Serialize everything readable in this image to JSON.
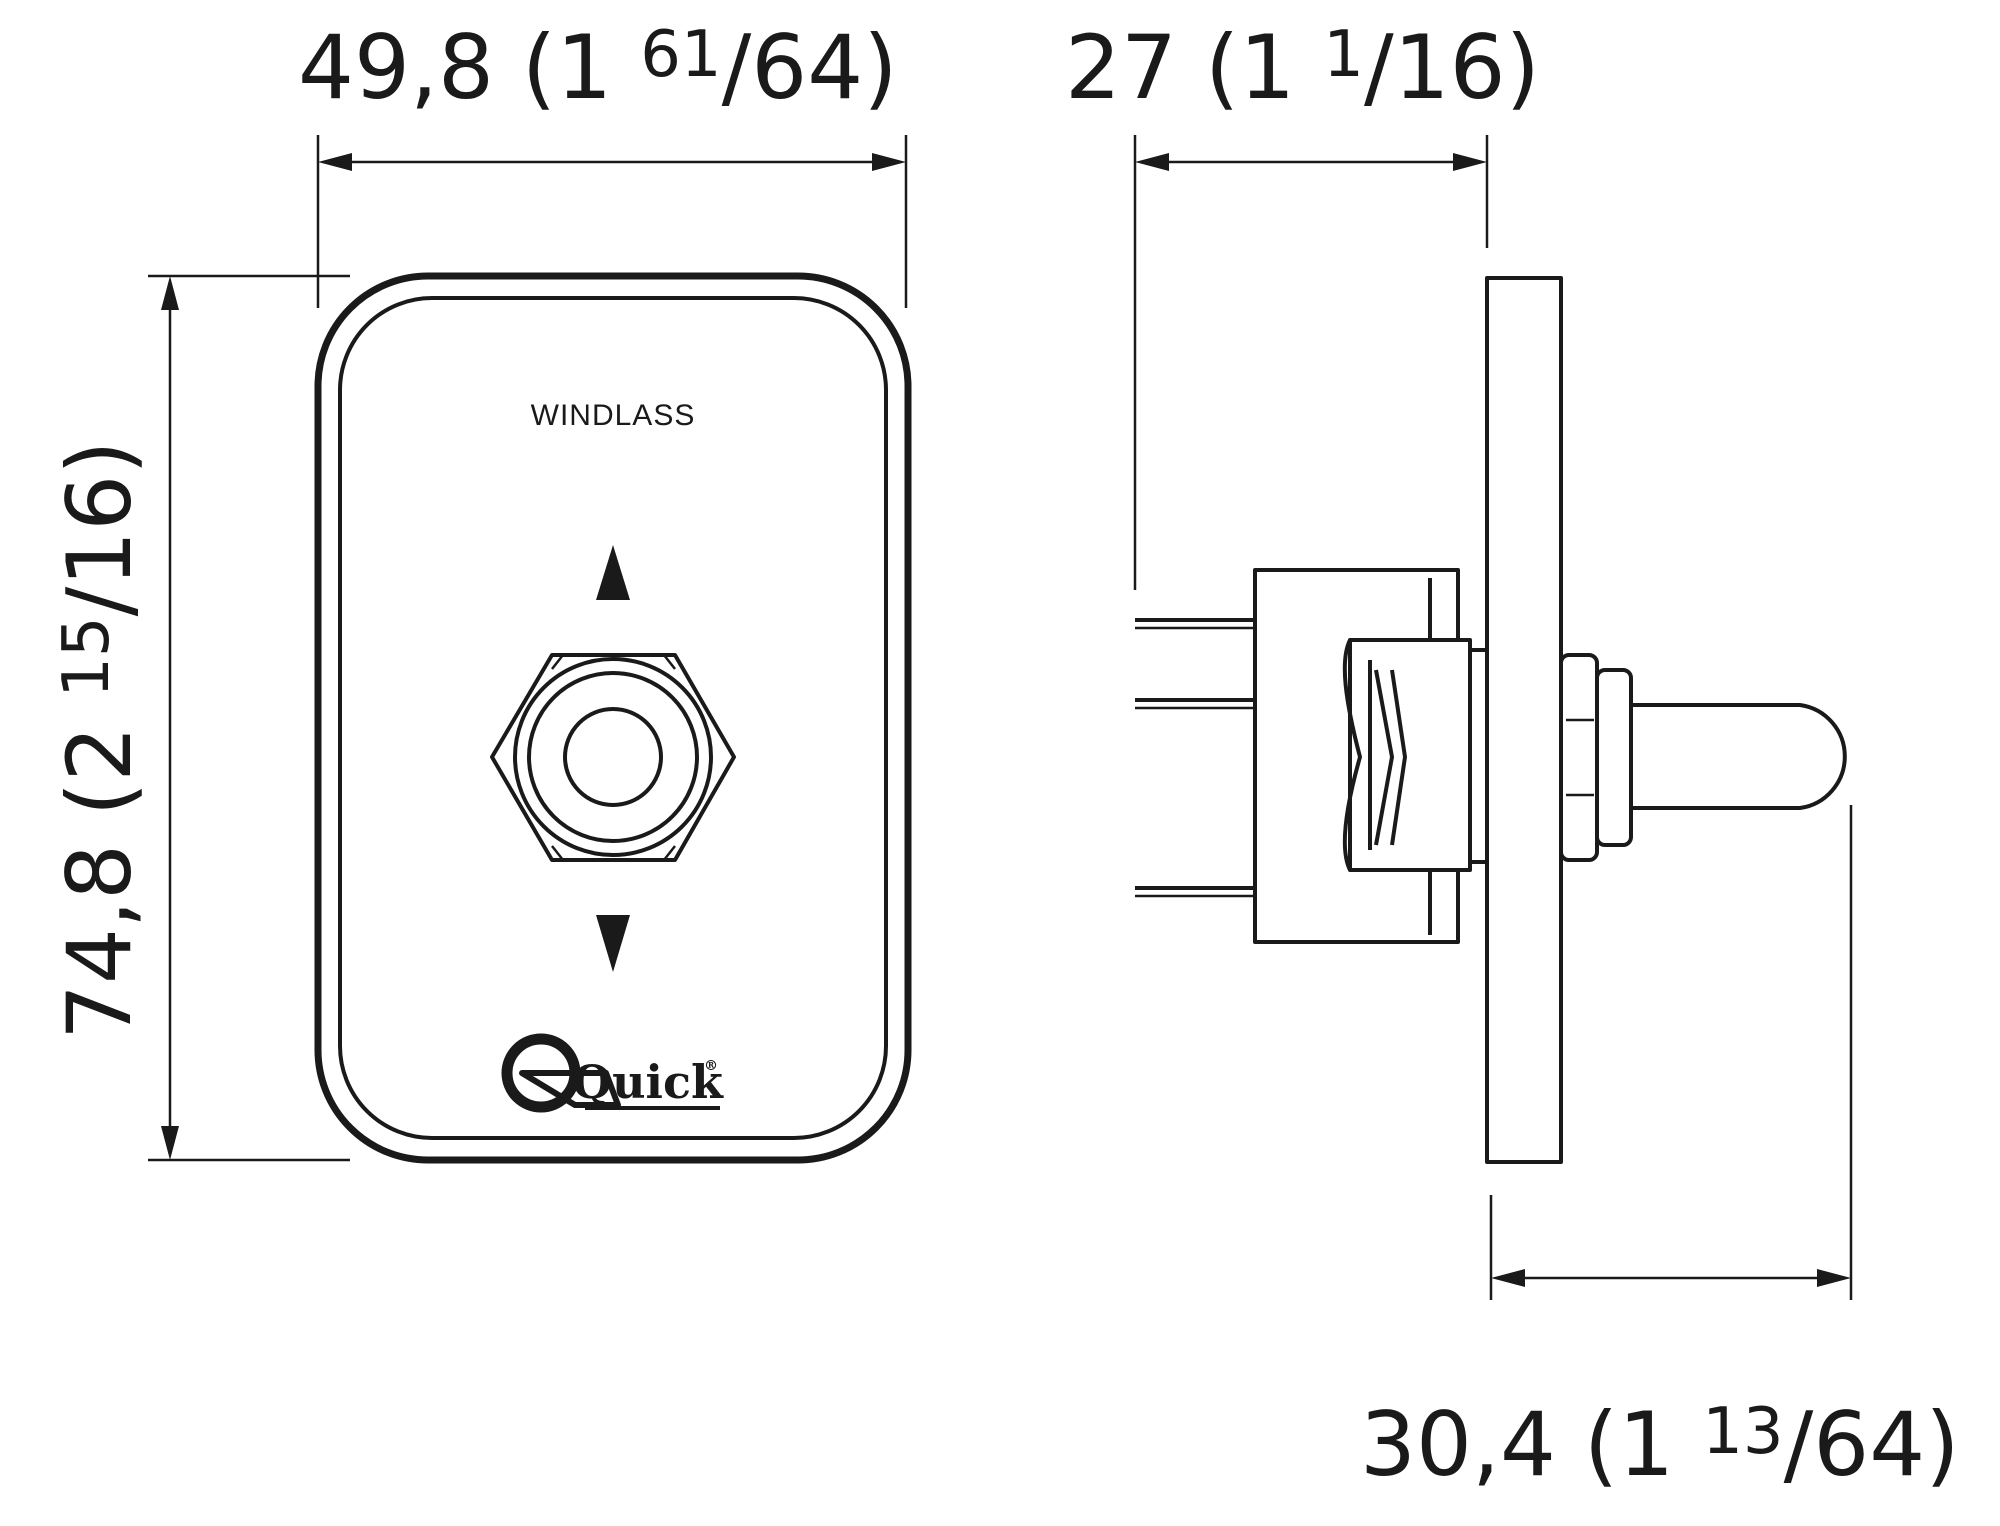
{
  "dimensions": {
    "width": {
      "main": "49,8 (1 ",
      "sup": "61",
      "frac": "/64)"
    },
    "depth_back": {
      "main": "27 (1 ",
      "sup": "1",
      "frac": "/16)"
    },
    "height": {
      "main": "74,8 (2 ",
      "sup": "15",
      "frac": "/16)"
    },
    "depth_front": {
      "main": "30,4 (1 ",
      "sup": "13",
      "frac": "/64)"
    }
  },
  "panel": {
    "label": "WINDLASS",
    "logo": "Quick",
    "logo_mark": "®"
  },
  "icons": {
    "up": "arrow-up-icon",
    "down": "arrow-down-icon",
    "button": "push-button-icon"
  },
  "colors": {
    "line": "#1a1a1a",
    "background": "#ffffff"
  }
}
